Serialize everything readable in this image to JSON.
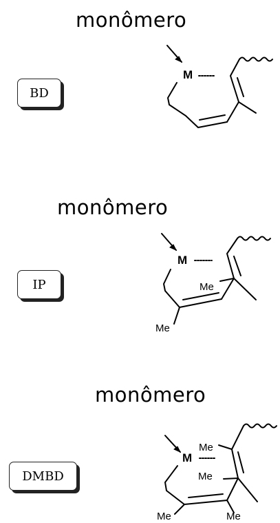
{
  "panels": [
    {
      "id": "bd",
      "title": "monômero",
      "label": "BD",
      "metal": "M",
      "substituents": []
    },
    {
      "id": "ip",
      "title": "monômero",
      "label": "IP",
      "metal": "M",
      "substituents": [
        "Me",
        "Me"
      ]
    },
    {
      "id": "dmbd",
      "title": "monômero",
      "label": "DMBD",
      "metal": "M",
      "substituents": [
        "Me",
        "Me",
        "Me",
        "Me"
      ]
    }
  ]
}
